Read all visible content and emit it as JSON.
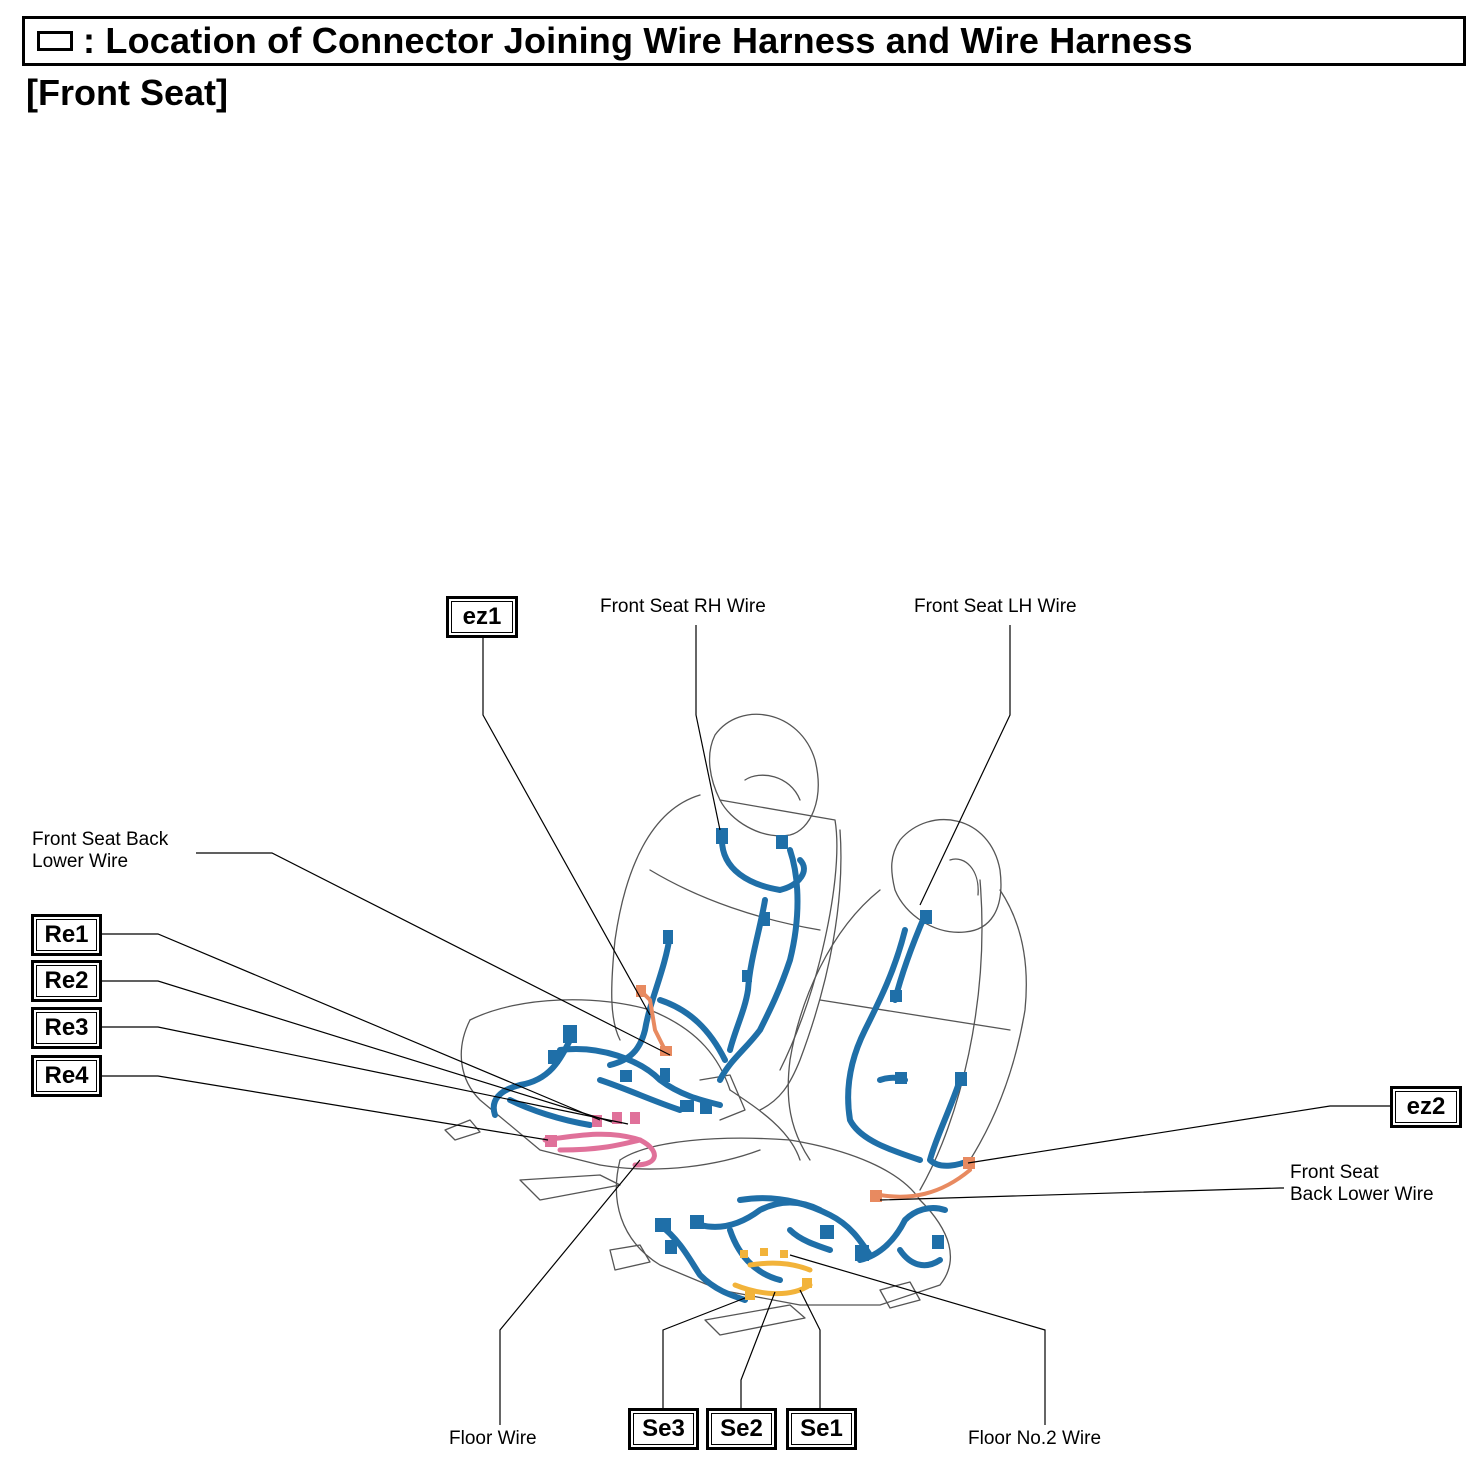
{
  "header": {
    "title": ": Location of Connector Joining Wire Harness and Wire Harness",
    "subtitle": "[Front Seat]"
  },
  "connectors": {
    "ez1": "ez1",
    "ez2": "ez2",
    "re1": "Re1",
    "re2": "Re2",
    "re3": "Re3",
    "re4": "Re4",
    "se1": "Se1",
    "se2": "Se2",
    "se3": "Se3"
  },
  "wires": {
    "front_seat_rh": "Front Seat RH Wire",
    "front_seat_lh": "Front Seat LH Wire",
    "back_lower_left_line1": "Front Seat Back",
    "back_lower_left_line2": "Lower Wire",
    "back_lower_right_line1": "Front Seat",
    "back_lower_right_line2": "Back Lower Wire",
    "floor": "Floor Wire",
    "floor_no2": "Floor No.2 Wire"
  },
  "colors": {
    "harness_blue": "#1f6fa8",
    "connector_pink": "#e0719a",
    "connector_orange": "#e88a60",
    "connector_yellow": "#f2b33a",
    "outline": "#555555"
  }
}
